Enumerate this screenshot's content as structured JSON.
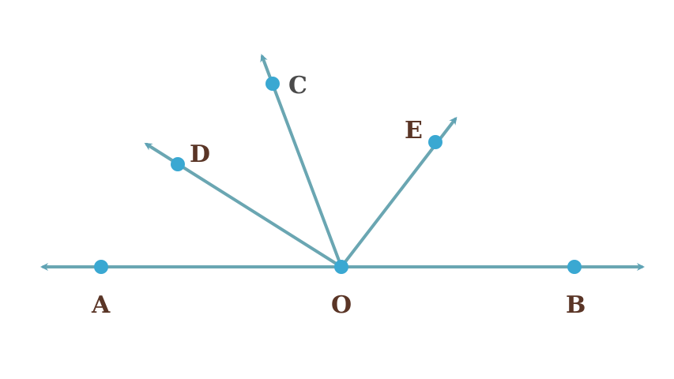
{
  "diagram": {
    "points": {
      "A": "A",
      "B": "B",
      "C": "C",
      "D": "D",
      "E": "E",
      "O": "O"
    },
    "colors": {
      "line": "#6aa6b2",
      "point": "#3aa8d2",
      "label": "#5a3526",
      "label_c": "#4a4a4a"
    }
  }
}
